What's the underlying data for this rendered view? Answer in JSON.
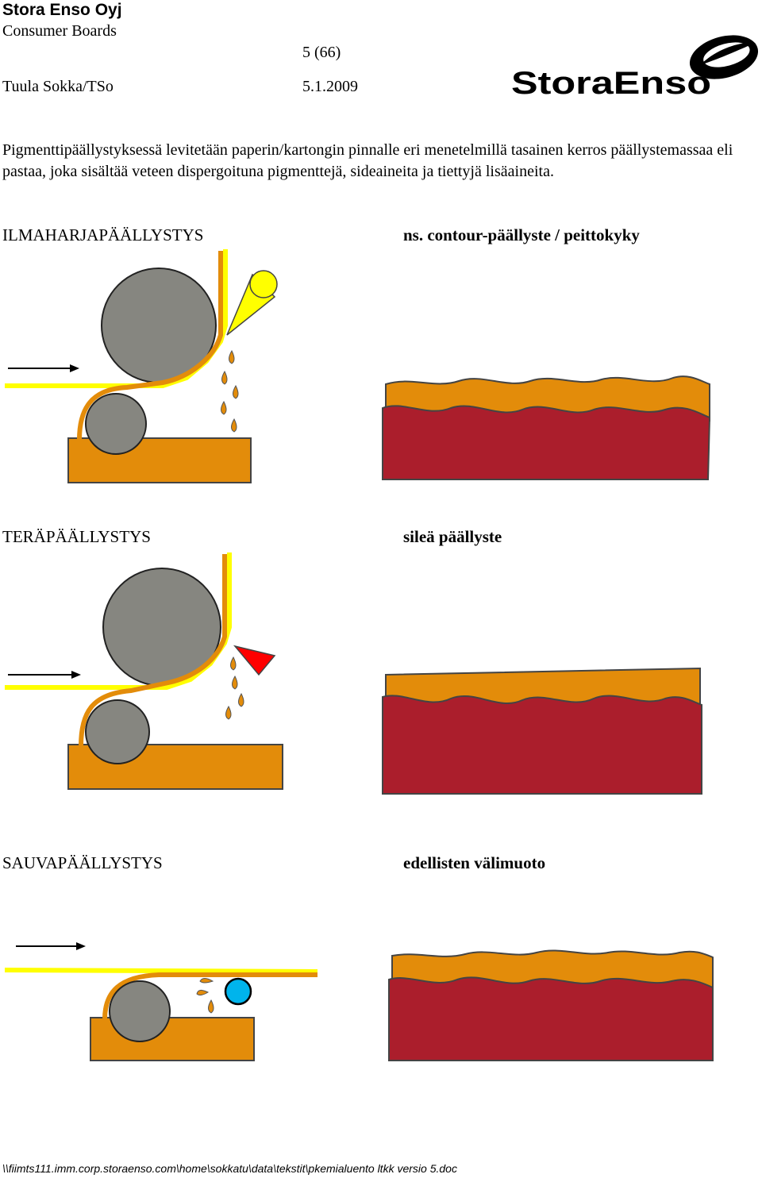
{
  "header": {
    "company": "Stora Enso Oyj",
    "department": "Consumer Boards",
    "page": "5 (66)",
    "author": "Tuula Sokka/TSo",
    "date": "5.1.2009",
    "logo_text": "StoraEnso"
  },
  "intro": "Pigmenttipäällystyksessä levitetään paperin/kartongin pinnalle eri menetelmillä tasainen kerros päällystemassaa eli pastaa, joka sisältää veteen dispergoituna pigmenttejä, sideaineita ja tiettyjä lisäaineita.",
  "sections": [
    {
      "method": "ILMAHARJAPÄÄLLYSTYS",
      "result": "ns. contour-päällyste / peittokyky"
    },
    {
      "method": "TERÄPÄÄLLYSTYS",
      "result": "sileä päällyste"
    },
    {
      "method": "SAUVAPÄÄLLYSTYS",
      "result": "edellisten välimuoto"
    }
  ],
  "footer": "\\\\fiimts111.imm.corp.storaenso.com\\home\\sokkatu\\data\\tekstit\\pkemialuento ltkk versio 5.doc",
  "colors": {
    "roll": "#868680",
    "paper": "#ffff00",
    "coating": "#e38c0a",
    "base": "#ab1e2c",
    "blade": "#ff0000",
    "rod": "#00b4ec"
  }
}
